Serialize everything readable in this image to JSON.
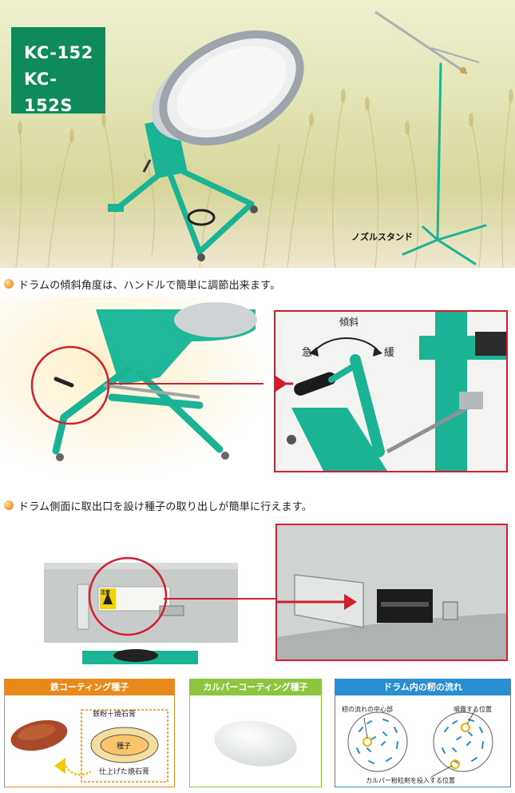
{
  "hero": {
    "model_line_1": "KC-152",
    "model_line_2": "KC-152S",
    "nozzle_stand_label": "ノズルスタンド"
  },
  "features": [
    {
      "text": "ドラムの傾斜角度は、ハンドルで簡単に調節出来ます。"
    },
    {
      "text": "ドラム側面に取出口を設け種子の取り出しが簡単に行えます。"
    }
  ],
  "tilt_diagram": {
    "title": "傾斜",
    "steep_label": "急",
    "gentle_label": "緩"
  },
  "warning_sticker": {
    "heading": "注意"
  },
  "cards": [
    {
      "title": "鉄コーティング種子",
      "header_color": "#e8891c",
      "label_top": "鉄粉＋焼石膏",
      "label_center": "種子",
      "label_bottom": "仕上げた焼石膏"
    },
    {
      "title": "カルパーコーティング種子",
      "header_color": "#8cc63f"
    },
    {
      "title": "ドラム内の籾の流れ",
      "header_color": "#2a8fd0",
      "label_left": "籾の流れの中心部",
      "label_right": "噴霧する位置",
      "label_bottom": "カルパー粉粒剤を投入する位置"
    }
  ],
  "colors": {
    "machine_green": "#1ab394",
    "highlight_red": "#d21f2b",
    "bullet_orange": "#f2a43b"
  }
}
